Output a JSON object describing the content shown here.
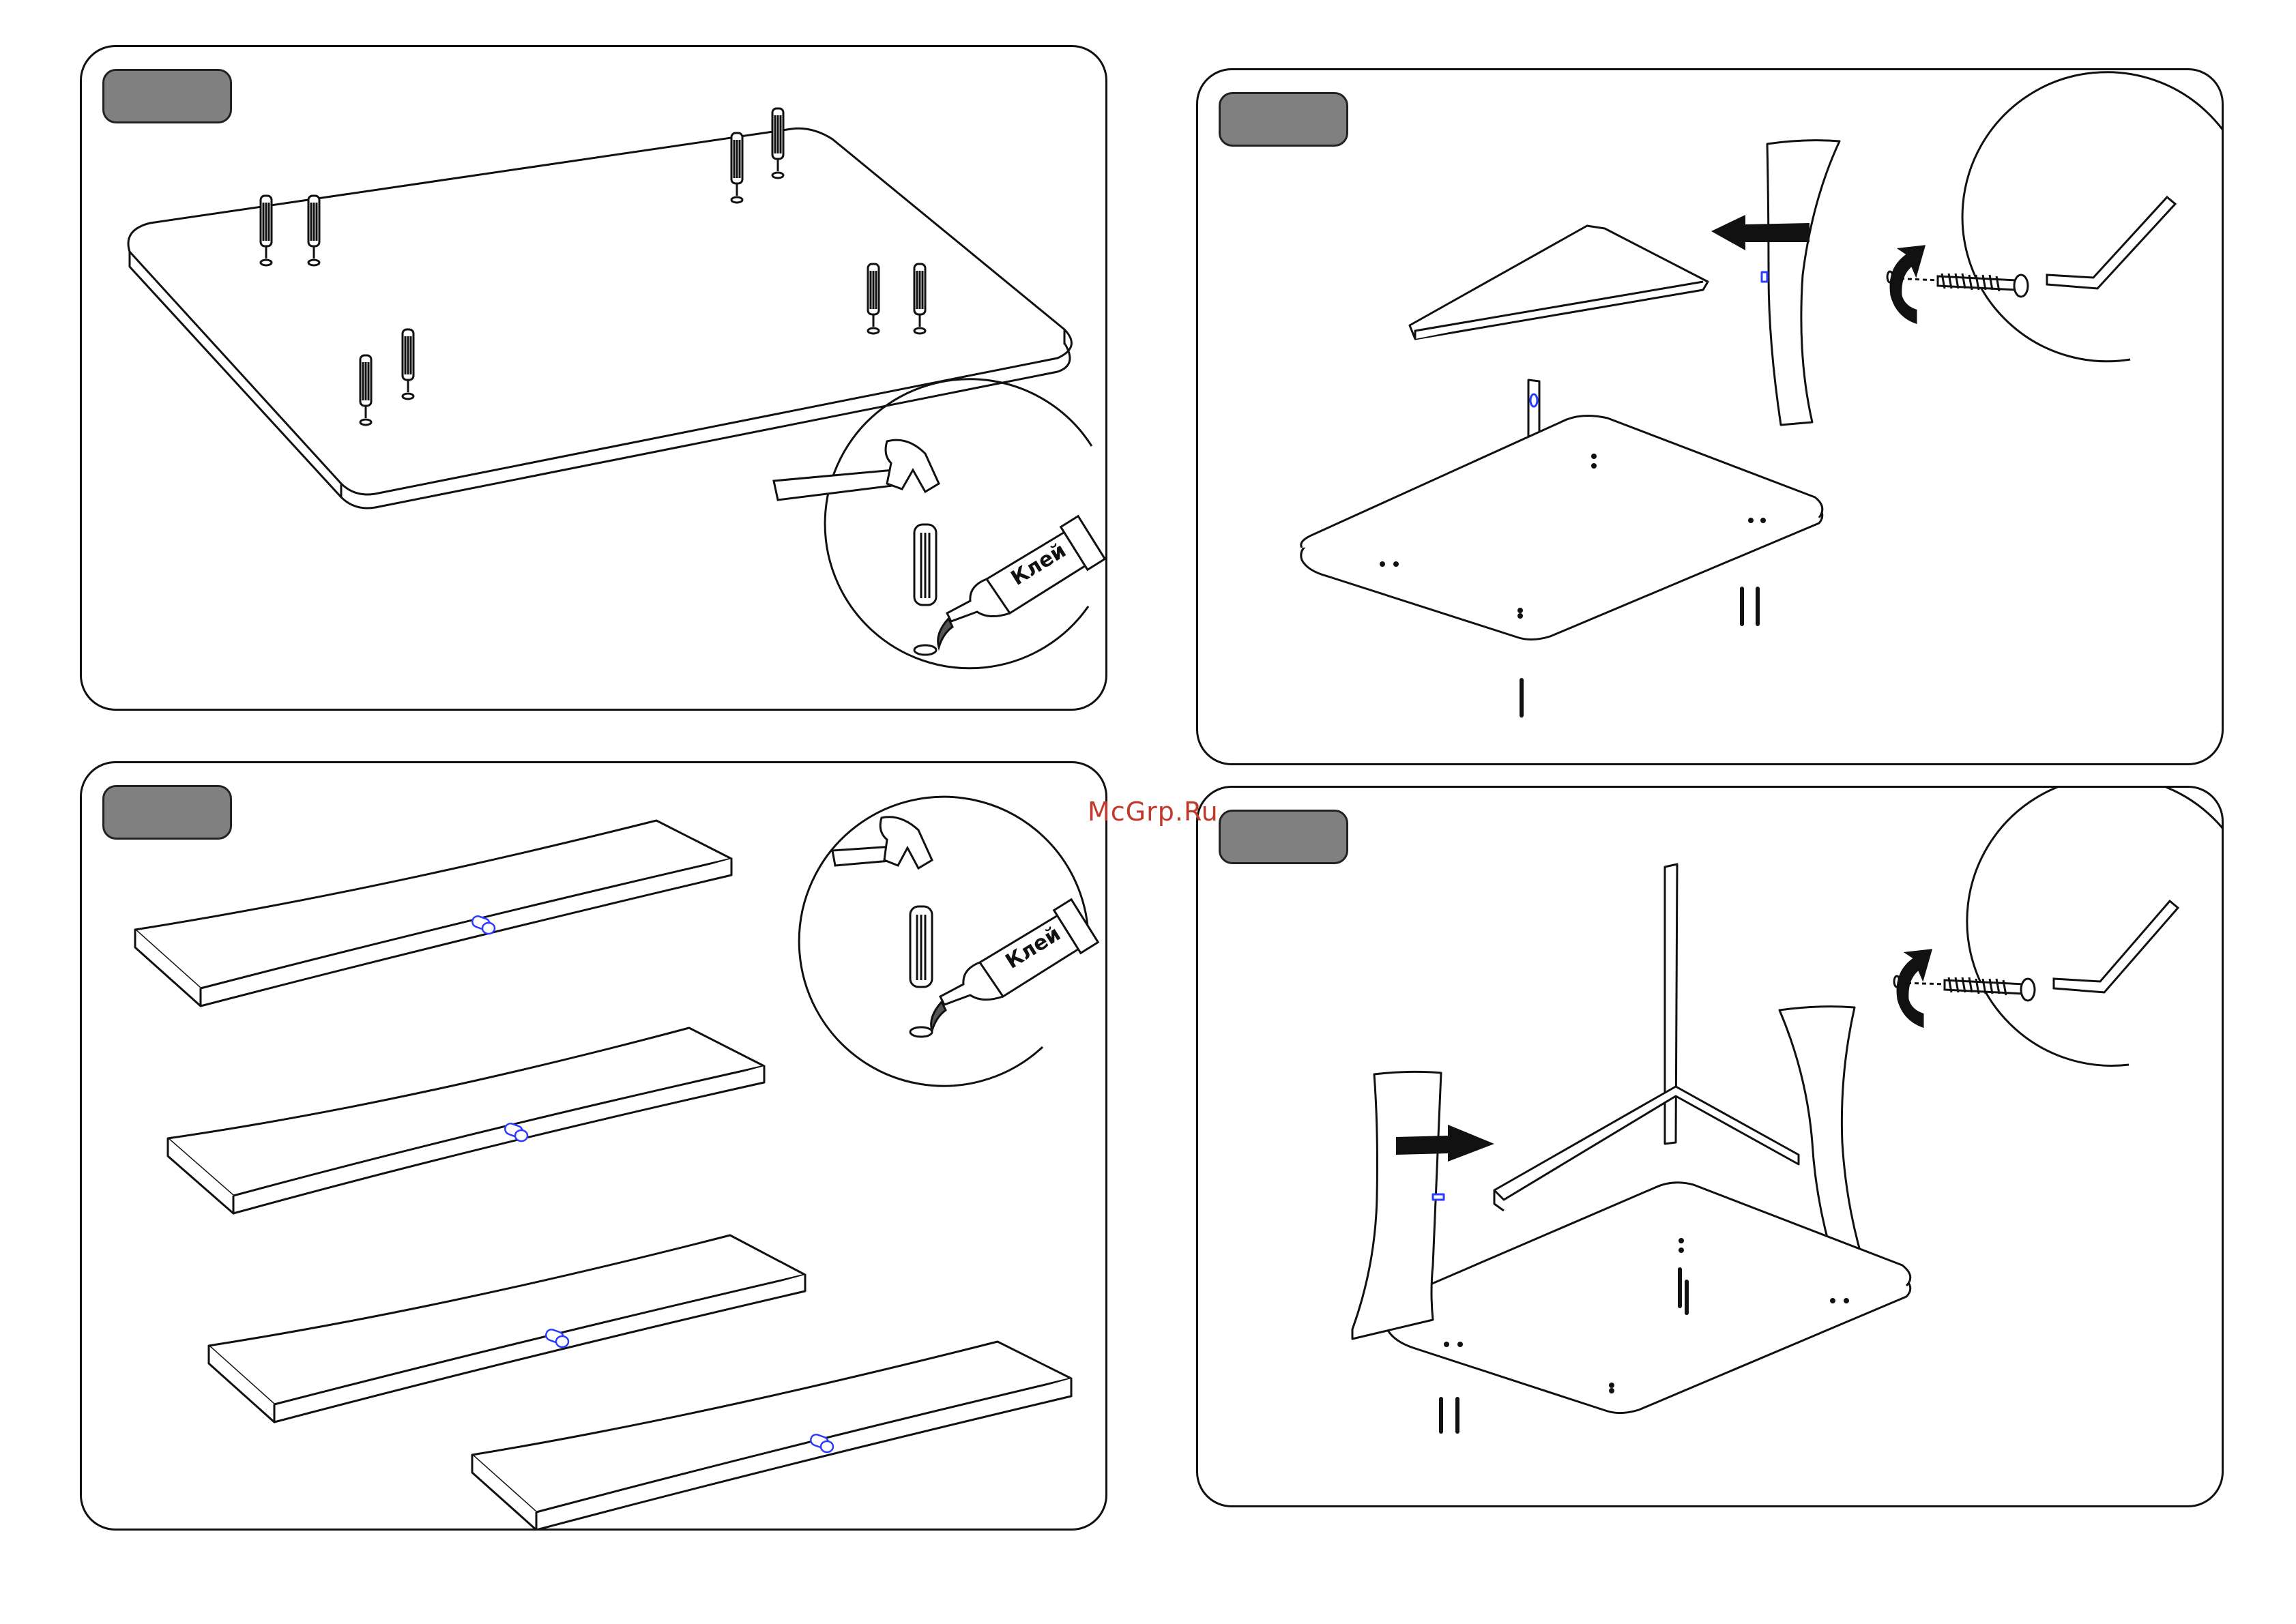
{
  "watermark": "McGrp.Ru",
  "glue_label": "Клей",
  "colors": {
    "stroke": "#111111",
    "badge": "#808080",
    "dowel_highlight": "#2a3cff",
    "watermark": "#c0392b"
  },
  "panels": [
    {
      "id": "step-1",
      "icons": [
        "tabletop",
        "dowels",
        "hammer-icon",
        "glue-tube-icon"
      ]
    },
    {
      "id": "step-2",
      "icons": [
        "rails",
        "dowels",
        "hammer-icon",
        "glue-tube-icon"
      ]
    },
    {
      "id": "step-3",
      "icons": [
        "frame",
        "leg",
        "arrow-left-icon",
        "hex-key-icon",
        "bolt-icon",
        "rotate-icon"
      ]
    },
    {
      "id": "step-4",
      "icons": [
        "frame",
        "legs",
        "arrow-right-icon",
        "hex-key-icon",
        "bolt-icon",
        "rotate-icon"
      ]
    }
  ]
}
